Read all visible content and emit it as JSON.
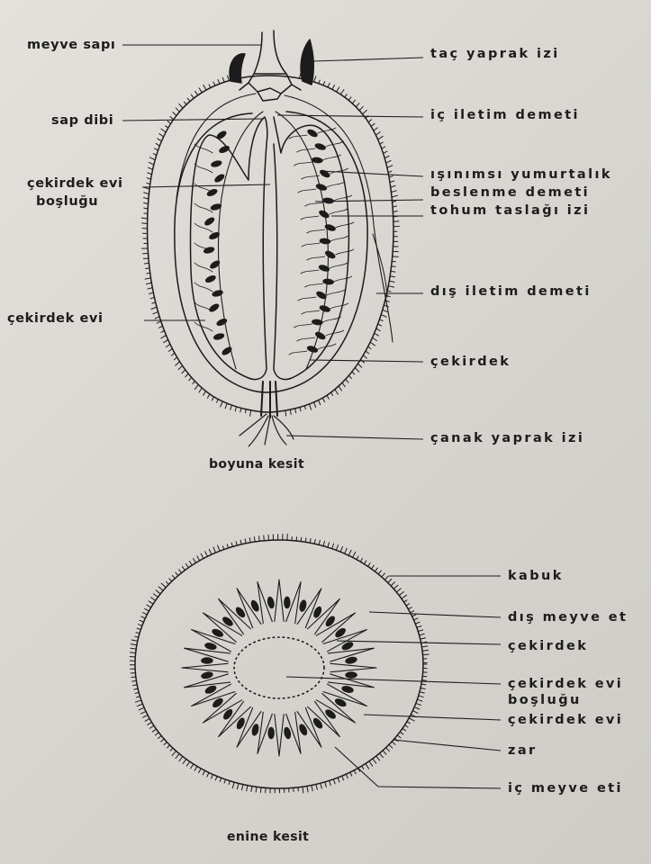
{
  "diagram": {
    "longitudinal": {
      "left_labels": {
        "stalk": "meyve sapı",
        "stem_base": "sap dibi",
        "core_cavity_line1": "çekirdek evi",
        "core_cavity_line2": "boşluğu",
        "core": "çekirdek evi"
      },
      "right_labels": {
        "petal_scar": "taç yaprak izi",
        "inner_bundle": "iç iletim demeti",
        "radial_ovary_line1": "ışınımsı yumurtalık",
        "radial_ovary_line2": "beslenme demeti",
        "ovule_scar": "tohum taslağı izi",
        "outer_bundle": "dış iletim demeti",
        "seed": "çekirdek",
        "sepal_scar": "çanak yaprak izi"
      },
      "caption": "boyuna kesit"
    },
    "cross": {
      "right_labels": {
        "skin": "kabuk",
        "outer_flesh": "dış meyve et",
        "seed": "çekirdek",
        "core_cavity_line1": "çekirdek evi",
        "core_cavity_line2": "boşluğu",
        "core": "çekirdek evi",
        "membrane": "zar",
        "inner_flesh": "iç meyve eti"
      },
      "caption": "enine kesit"
    }
  }
}
